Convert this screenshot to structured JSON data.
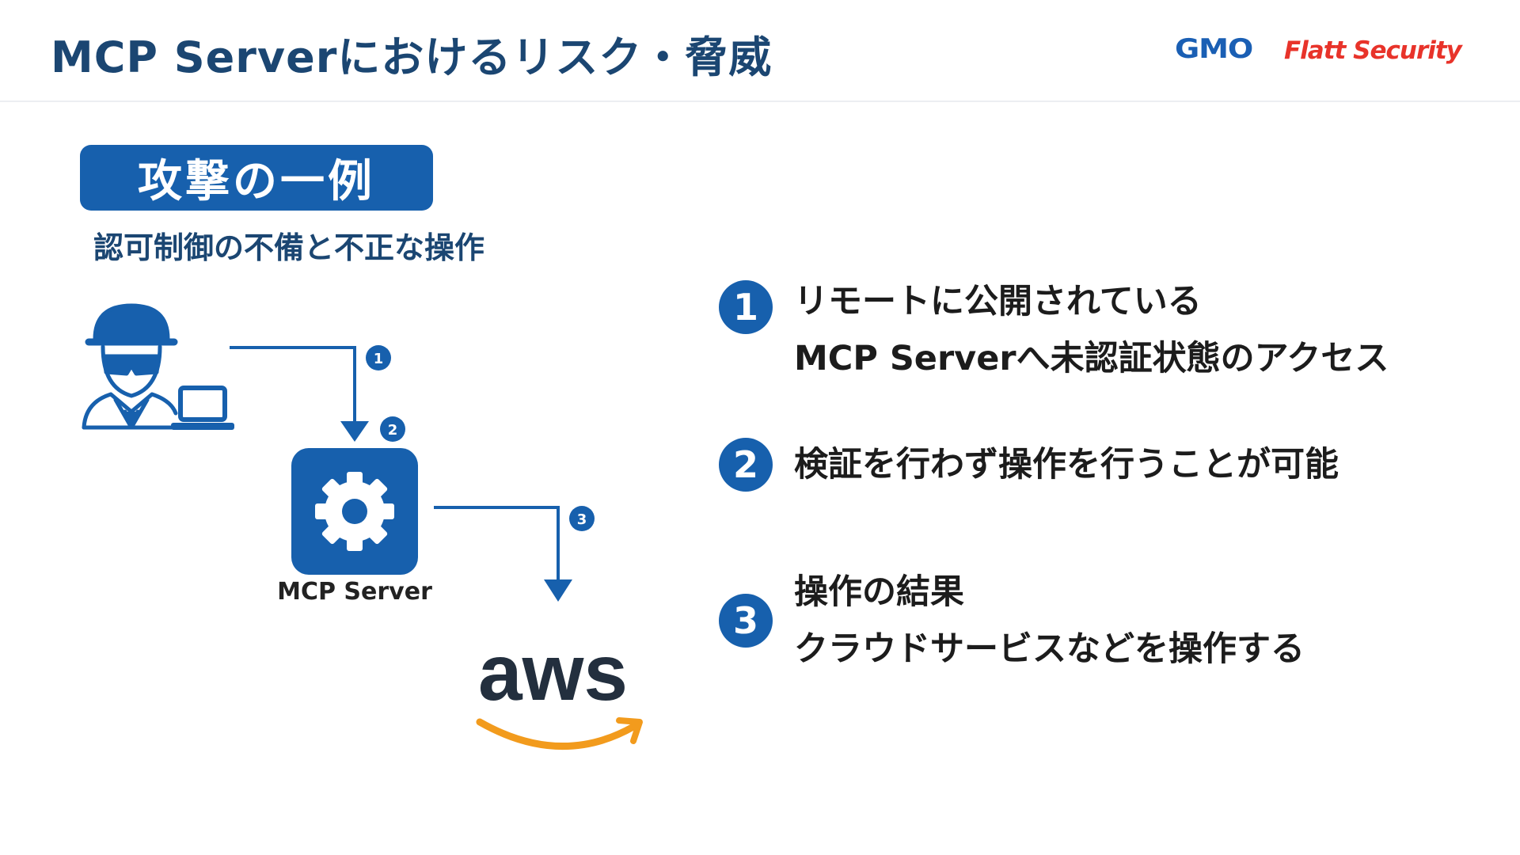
{
  "header": {
    "title": "MCP Serverにおけるリスク・脅威",
    "logo_gmo": "GMO",
    "logo_flatt": "Flatt Security"
  },
  "badge": {
    "label": "攻撃の一例"
  },
  "subtitle": "認可制御の不備と不正な操作",
  "diagram": {
    "server_label": "MCP Server",
    "aws_label": "aws",
    "arrow_markers": [
      "1",
      "2",
      "3"
    ]
  },
  "steps": [
    {
      "number": "1",
      "lines": [
        "リモートに公開されている",
        "MCP Serverへ未認証状態のアクセス"
      ]
    },
    {
      "number": "2",
      "lines": [
        "検証を行わず操作を行うことが可能"
      ]
    },
    {
      "number": "3",
      "lines": [
        "操作の結果",
        "クラウドサービスなどを操作する"
      ]
    }
  ],
  "colors": {
    "title": "#1b4672",
    "accent_blue": "#1760ad",
    "aws_orange": "#f29b1d",
    "logo_red": "#e8332a"
  }
}
